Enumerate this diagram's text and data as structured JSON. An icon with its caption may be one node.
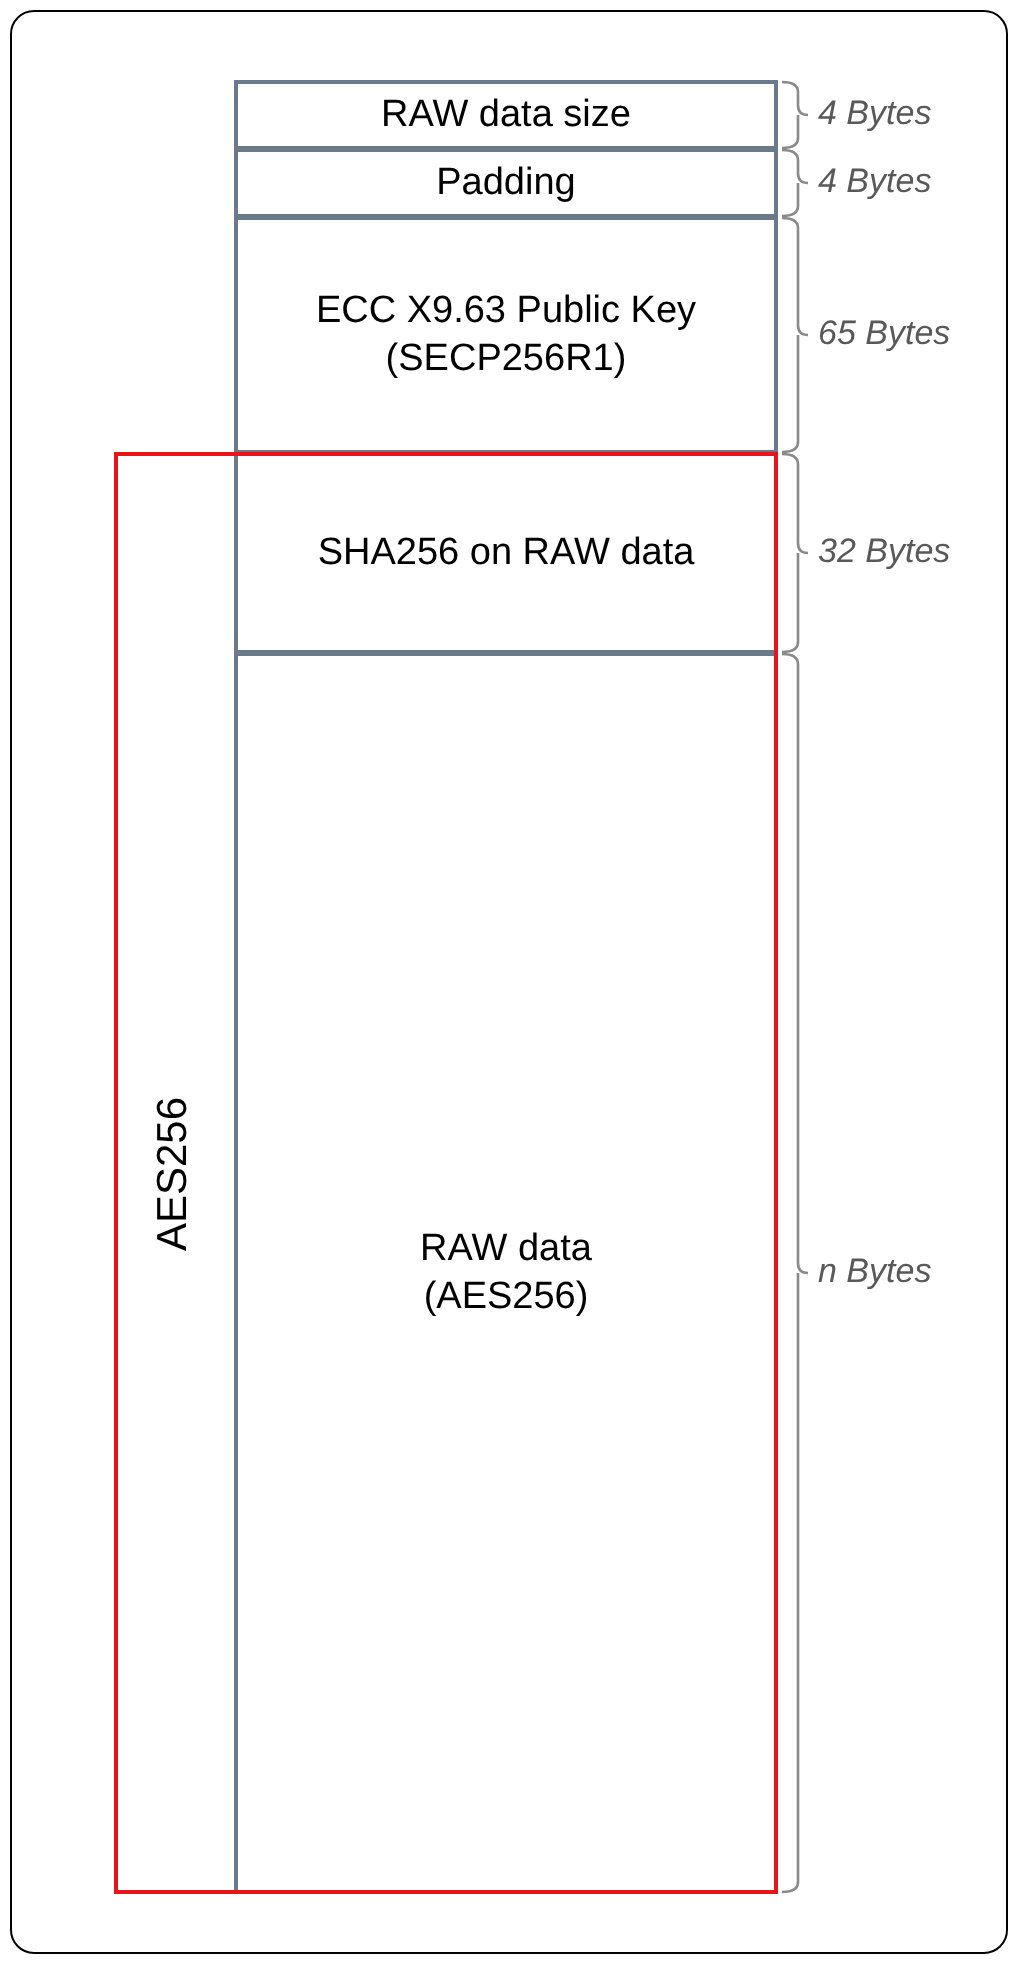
{
  "diagram": {
    "nodes": [
      {
        "text": [
          "RAW data size"
        ],
        "beside": [
          "4 Bytes"
        ]
      },
      {
        "text": [
          "Padding"
        ],
        "beside": [
          "4 Bytes"
        ]
      },
      {
        "text": [
          "ECC X9.63 Public Key (SECP256R1)"
        ],
        "beside": [
          "65 Bytes"
        ]
      },
      {
        "text": [
          "AES256"
        ]
      },
      {
        "text": [
          "SHA256 on RAW data"
        ],
        "in": 3,
        "beside": [
          "32 Bytes"
        ]
      },
      {
        "text": [
          "RAW data (AES256)"
        ],
        "in": 3,
        "beside": [
          "n Bytes"
        ]
      }
    ]
  }
}
